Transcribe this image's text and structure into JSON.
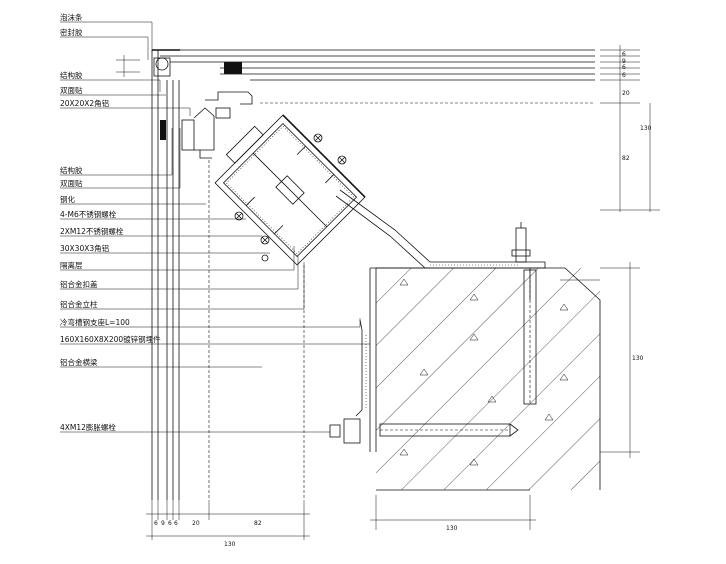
{
  "labels": [
    "泡沫条",
    "密封胶",
    "结构胶",
    "双面贴",
    "20X20X2角铝",
    "结构胶",
    "双面贴",
    "钢化",
    "4-M6不锈钢螺栓",
    "2XM12不锈钢螺栓",
    "30X30X3角铝",
    "隔离层",
    "铝合金扣盖",
    "铝合金立柱",
    "冷弯槽钢支座L=100",
    "160X160X8X200镀锌钢埋件",
    "铝合金横梁",
    "4XM12膨胀螺栓"
  ],
  "right_dims": [
    "6",
    "9",
    "6",
    "6",
    "20",
    "130",
    "82"
  ],
  "bottom_dims": [
    "6",
    "9",
    "6",
    "6",
    "20",
    "82"
  ],
  "bottom_total": "130",
  "bottom_right_dim": "130",
  "right_height_dim": "130"
}
